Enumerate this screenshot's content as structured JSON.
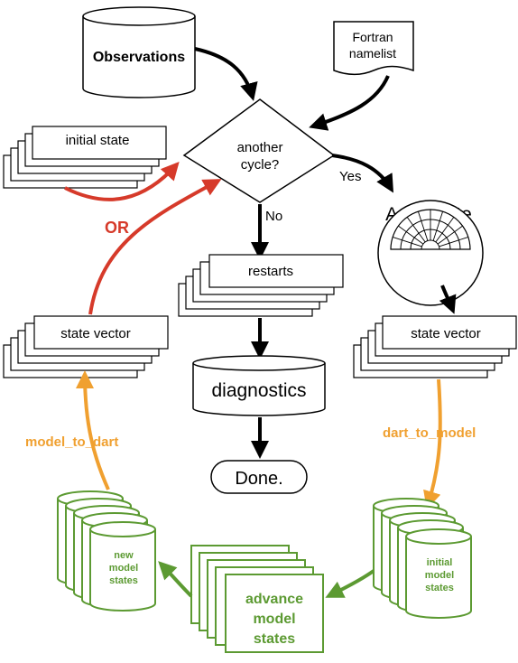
{
  "colors": {
    "black": "#000000",
    "red": "#d63a2a",
    "orange": "#f0a030",
    "green": "#5c9a32"
  },
  "nodes": {
    "observations": "Observations",
    "fortran_line1": "Fortran",
    "fortran_line2": "namelist",
    "initial_state": "initial state",
    "decision_line1": "another",
    "decision_line2": "cycle?",
    "yes": "Yes",
    "no": "No",
    "assimilate": "Assimilate",
    "restarts": "restarts",
    "diagnostics": "diagnostics",
    "done": "Done.",
    "state_vector_left": "state vector",
    "state_vector_right": "state vector",
    "or": "OR",
    "model_to_dart": "model_to_dart",
    "dart_to_model": "dart_to_model",
    "new_states_line1": "new",
    "new_states_line2": "model",
    "new_states_line3": "states",
    "initial_states_line1": "initial",
    "initial_states_line2": "model",
    "initial_states_line3": "states",
    "advance_line1": "advance",
    "advance_line2": "model",
    "advance_line3": "states"
  },
  "icons": {
    "assimilate": "dartboard-icon"
  }
}
